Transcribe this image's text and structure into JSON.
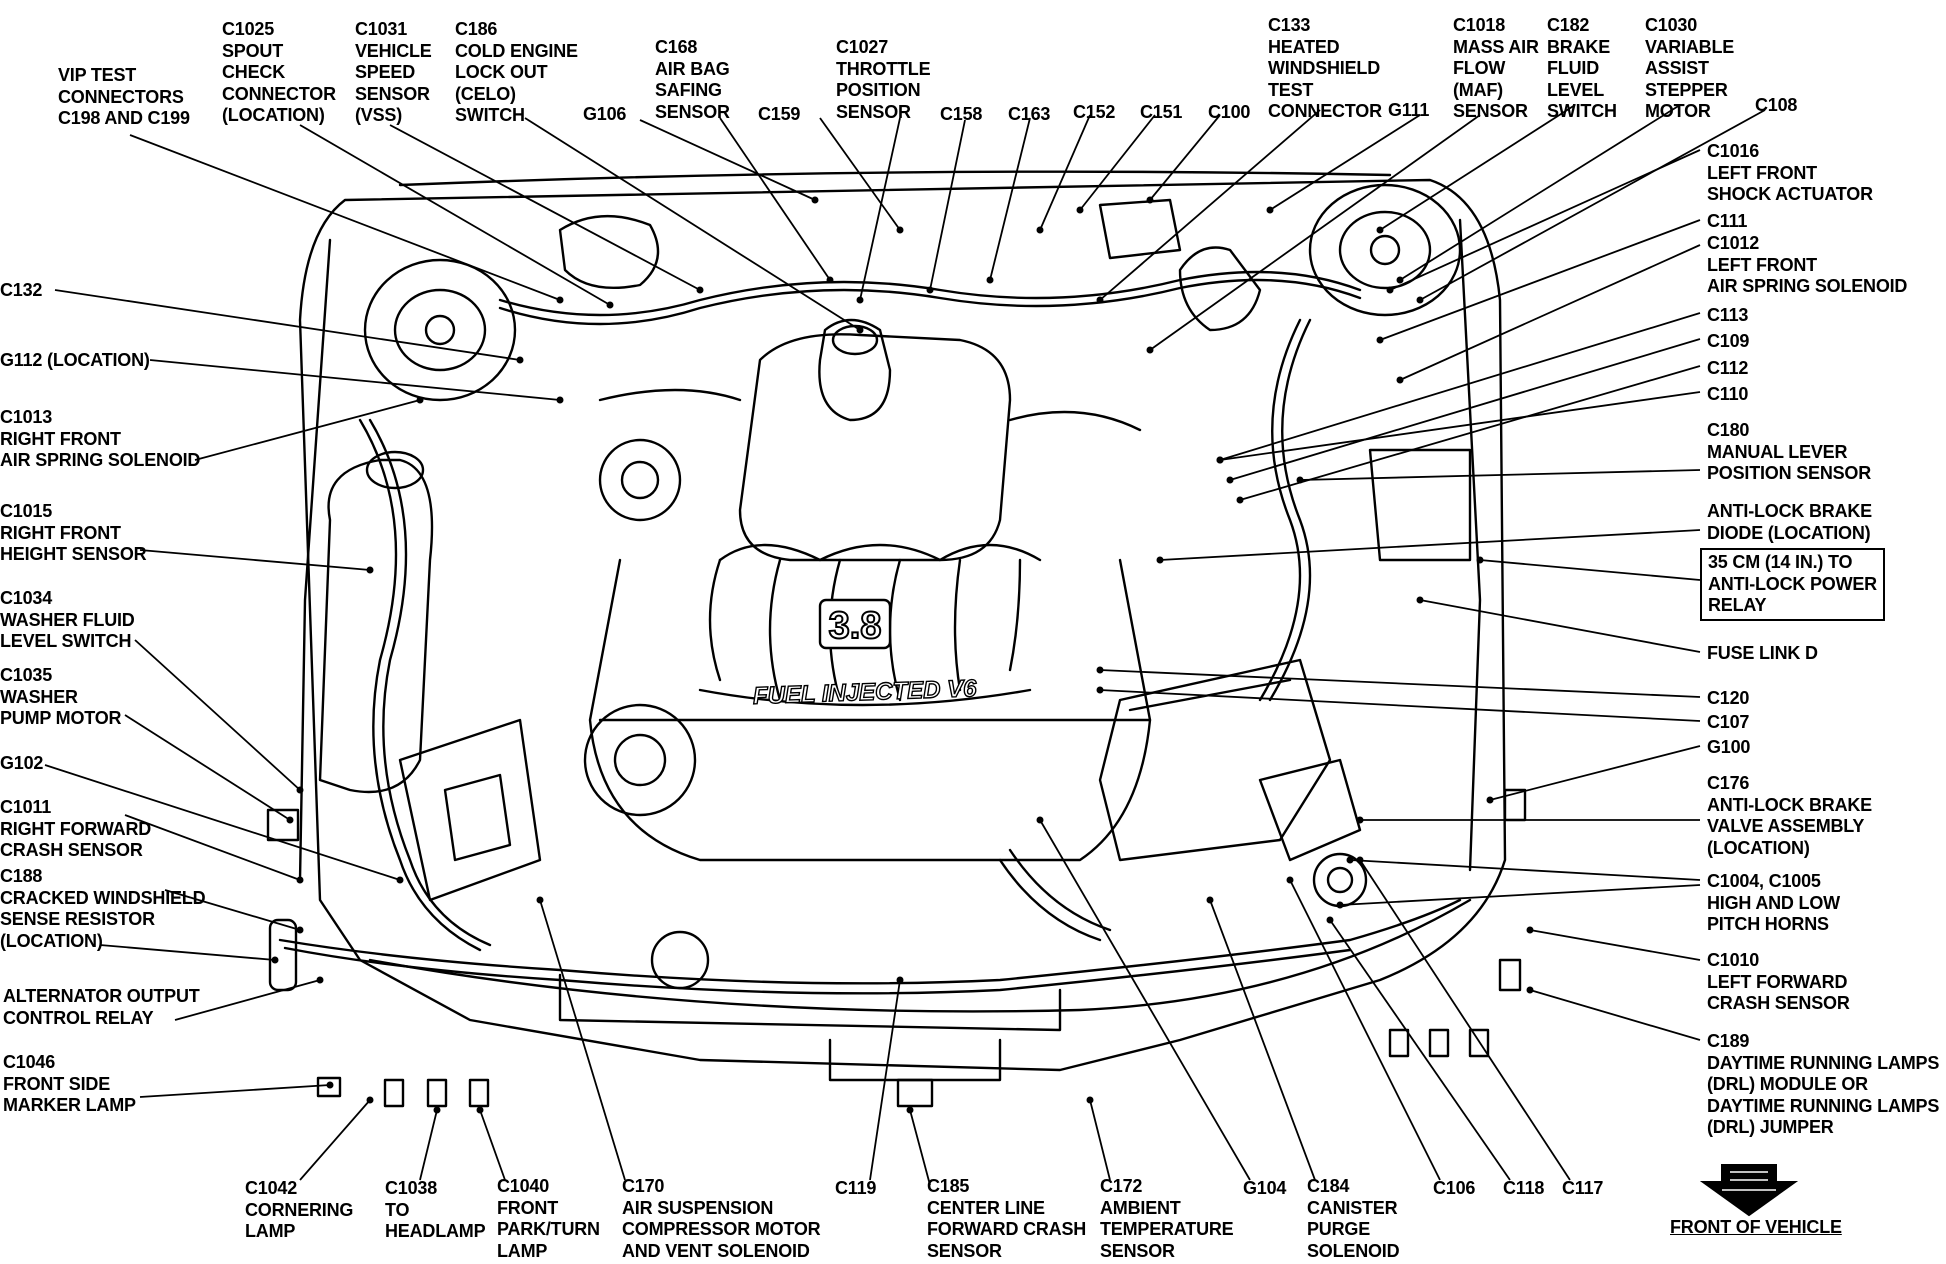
{
  "labels": [
    {
      "id": "vip-test-connectors",
      "lines": [
        "VIP TEST",
        "CONNECTORS",
        "C198 AND C199"
      ]
    },
    {
      "id": "c1025",
      "lines": [
        "C1025",
        "SPOUT",
        "CHECK",
        "CONNECTOR",
        "(LOCATION)"
      ]
    },
    {
      "id": "c1031",
      "lines": [
        "C1031",
        "VEHICLE",
        "SPEED",
        "SENSOR",
        "(VSS)"
      ]
    },
    {
      "id": "c186",
      "lines": [
        "C186",
        "COLD ENGINE",
        "LOCK OUT",
        "(CELO)",
        "SWITCH"
      ]
    },
    {
      "id": "c168",
      "lines": [
        "C168",
        "AIR BAG",
        "SAFING",
        "SENSOR"
      ]
    },
    {
      "id": "g106",
      "lines": [
        "G106"
      ]
    },
    {
      "id": "c159",
      "lines": [
        "C159"
      ]
    },
    {
      "id": "c1027",
      "lines": [
        "C1027",
        "THROTTLE",
        "POSITION",
        "SENSOR"
      ]
    },
    {
      "id": "c158",
      "lines": [
        "C158"
      ]
    },
    {
      "id": "c163",
      "lines": [
        "C163"
      ]
    },
    {
      "id": "c152",
      "lines": [
        "C152"
      ]
    },
    {
      "id": "c151",
      "lines": [
        "C151"
      ]
    },
    {
      "id": "c100",
      "lines": [
        "C100"
      ]
    },
    {
      "id": "c133",
      "lines": [
        "C133",
        "HEATED",
        "WINDSHIELD",
        "TEST",
        "CONNECTOR"
      ]
    },
    {
      "id": "g111",
      "lines": [
        "G111"
      ]
    },
    {
      "id": "c1018",
      "lines": [
        "C1018",
        "MASS AIR",
        "FLOW",
        "(MAF)",
        "SENSOR"
      ]
    },
    {
      "id": "c182",
      "lines": [
        "C182",
        "BRAKE",
        "FLUID",
        "LEVEL",
        "SWITCH"
      ]
    },
    {
      "id": "c1030",
      "lines": [
        "C1030",
        "VARIABLE",
        "ASSIST",
        "STEPPER",
        "MOTOR"
      ]
    },
    {
      "id": "c108",
      "lines": [
        "C108"
      ]
    },
    {
      "id": "c1016",
      "lines": [
        "C1016",
        "LEFT FRONT",
        "SHOCK ACTUATOR"
      ]
    },
    {
      "id": "c111",
      "lines": [
        "C111"
      ]
    },
    {
      "id": "c1012",
      "lines": [
        "C1012",
        "LEFT FRONT",
        "AIR SPRING SOLENOID"
      ]
    },
    {
      "id": "c113",
      "lines": [
        "C113"
      ]
    },
    {
      "id": "c109",
      "lines": [
        "C109"
      ]
    },
    {
      "id": "c112",
      "lines": [
        "C112"
      ]
    },
    {
      "id": "c110",
      "lines": [
        "C110"
      ]
    },
    {
      "id": "c180",
      "lines": [
        "C180",
        "MANUAL LEVER",
        "POSITION SENSOR"
      ]
    },
    {
      "id": "anti-lock-diode",
      "lines": [
        "ANTI-LOCK BRAKE",
        "DIODE (LOCATION)"
      ]
    },
    {
      "id": "anti-lock-relay",
      "lines": [
        "35 CM (14 IN.) TO",
        "ANTI-LOCK POWER",
        "RELAY"
      ],
      "boxed": true
    },
    {
      "id": "fuse-link-d",
      "lines": [
        "FUSE LINK D"
      ]
    },
    {
      "id": "c120",
      "lines": [
        "C120"
      ]
    },
    {
      "id": "c107",
      "lines": [
        "C107"
      ]
    },
    {
      "id": "g100",
      "lines": [
        "G100"
      ]
    },
    {
      "id": "c176",
      "lines": [
        "C176",
        "ANTI-LOCK BRAKE",
        "VALVE ASSEMBLY",
        "(LOCATION)"
      ]
    },
    {
      "id": "c1004-c1005",
      "lines": [
        "C1004, C1005",
        "HIGH AND LOW",
        "PITCH HORNS"
      ]
    },
    {
      "id": "c1010",
      "lines": [
        "C1010",
        "LEFT FORWARD",
        "CRASH SENSOR"
      ]
    },
    {
      "id": "c189",
      "lines": [
        "C189",
        "DAYTIME RUNNING LAMPS",
        "(DRL) MODULE OR",
        "DAYTIME RUNNING LAMPS",
        "(DRL) JUMPER"
      ]
    },
    {
      "id": "front-of-vehicle",
      "lines": [
        "FRONT OF VEHICLE"
      ],
      "underline": true
    },
    {
      "id": "c132",
      "lines": [
        "C132"
      ]
    },
    {
      "id": "g112",
      "lines": [
        "G112 (LOCATION)"
      ]
    },
    {
      "id": "c1013",
      "lines": [
        "C1013",
        "RIGHT FRONT",
        "AIR SPRING SOLENOID"
      ]
    },
    {
      "id": "c1015",
      "lines": [
        "C1015",
        "RIGHT FRONT",
        "HEIGHT SENSOR"
      ]
    },
    {
      "id": "c1034",
      "lines": [
        "C1034",
        "WASHER FLUID",
        "LEVEL SWITCH"
      ]
    },
    {
      "id": "c1035",
      "lines": [
        "C1035",
        "WASHER",
        "PUMP MOTOR"
      ]
    },
    {
      "id": "g102",
      "lines": [
        "G102"
      ]
    },
    {
      "id": "c1011",
      "lines": [
        "C1011",
        "RIGHT FORWARD",
        "CRASH SENSOR"
      ]
    },
    {
      "id": "c188",
      "lines": [
        "C188",
        "CRACKED WINDSHIELD",
        "SENSE RESISTOR",
        "(LOCATION)"
      ]
    },
    {
      "id": "alternator-relay",
      "lines": [
        "ALTERNATOR OUTPUT",
        "CONTROL RELAY"
      ]
    },
    {
      "id": "c1046",
      "lines": [
        "C1046",
        "FRONT SIDE",
        "MARKER LAMP"
      ]
    },
    {
      "id": "c1042",
      "lines": [
        "C1042",
        "CORNERING",
        "LAMP"
      ]
    },
    {
      "id": "c1038",
      "lines": [
        "C1038",
        "TO",
        "HEADLAMP"
      ]
    },
    {
      "id": "c1040",
      "lines": [
        "C1040",
        "FRONT",
        "PARK/TURN",
        "LAMP"
      ]
    },
    {
      "id": "c170",
      "lines": [
        "C170",
        "AIR SUSPENSION",
        "COMPRESSOR MOTOR",
        "AND VENT SOLENOID"
      ]
    },
    {
      "id": "c119",
      "lines": [
        "C119"
      ]
    },
    {
      "id": "c185",
      "lines": [
        "C185",
        "CENTER LINE",
        "FORWARD CRASH",
        "SENSOR"
      ]
    },
    {
      "id": "c172",
      "lines": [
        "C172",
        "AMBIENT",
        "TEMPERATURE",
        "SENSOR"
      ]
    },
    {
      "id": "g104",
      "lines": [
        "G104"
      ]
    },
    {
      "id": "c184",
      "lines": [
        "C184",
        "CANISTER",
        "PURGE",
        "SOLENOID"
      ]
    },
    {
      "id": "c106",
      "lines": [
        "C106"
      ]
    },
    {
      "id": "c118",
      "lines": [
        "C118"
      ]
    },
    {
      "id": "c117",
      "lines": [
        "C117"
      ]
    }
  ],
  "engine_marks": {
    "displacement": "3.8",
    "badge": "FUEL INJECTED V6"
  }
}
